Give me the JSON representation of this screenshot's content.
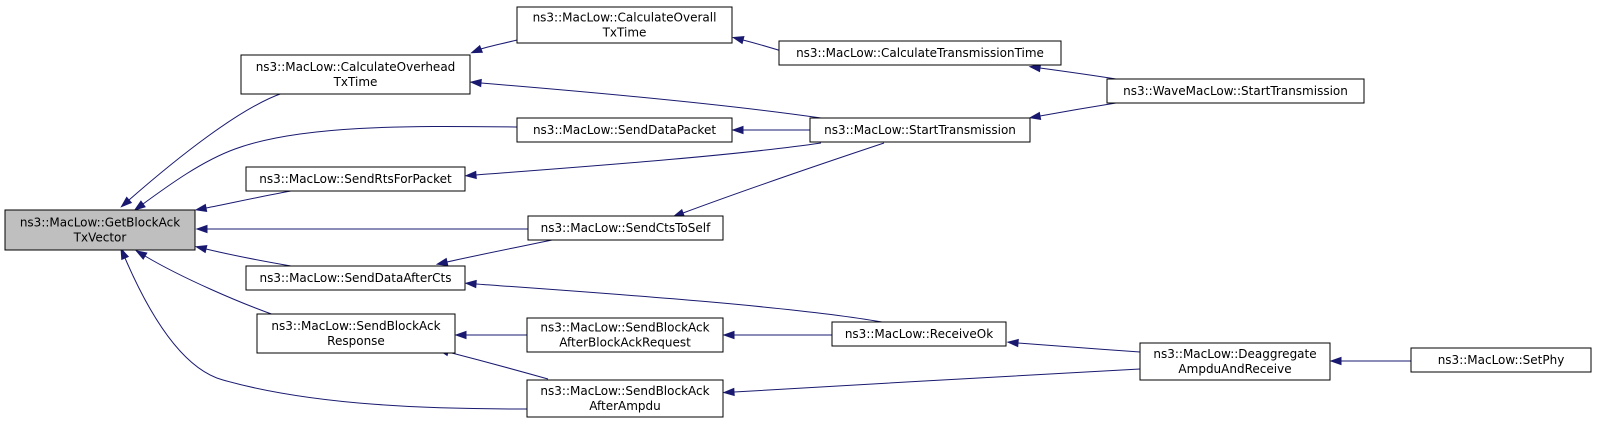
{
  "nodes": [
    {
      "id": "root",
      "lines": [
        "ns3::MacLow::GetBlockAck",
        "TxVector"
      ]
    },
    {
      "id": "calc_overhead",
      "lines": [
        "ns3::MacLow::CalculateOverhead",
        "TxTime"
      ]
    },
    {
      "id": "calc_overall",
      "lines": [
        "ns3::MacLow::CalculateOverall",
        "TxTime"
      ]
    },
    {
      "id": "calc_transmission",
      "lines": [
        "ns3::MacLow::CalculateTransmissionTime"
      ]
    },
    {
      "id": "wave_start",
      "lines": [
        "ns3::WaveMacLow::StartTransmission"
      ]
    },
    {
      "id": "send_data_packet",
      "lines": [
        "ns3::MacLow::SendDataPacket"
      ]
    },
    {
      "id": "start_transmission",
      "lines": [
        "ns3::MacLow::StartTransmission"
      ]
    },
    {
      "id": "send_rts",
      "lines": [
        "ns3::MacLow::SendRtsForPacket"
      ]
    },
    {
      "id": "send_cts_self",
      "lines": [
        "ns3::MacLow::SendCtsToSelf"
      ]
    },
    {
      "id": "send_data_after_cts",
      "lines": [
        "ns3::MacLow::SendDataAfterCts"
      ]
    },
    {
      "id": "send_ba_response",
      "lines": [
        "ns3::MacLow::SendBlockAck",
        "Response"
      ]
    },
    {
      "id": "send_ba_after_bar",
      "lines": [
        "ns3::MacLow::SendBlockAck",
        "AfterBlockAckRequest"
      ]
    },
    {
      "id": "receive_ok",
      "lines": [
        "ns3::MacLow::ReceiveOk"
      ]
    },
    {
      "id": "send_ba_after_ampdu",
      "lines": [
        "ns3::MacLow::SendBlockAck",
        "AfterAmpdu"
      ]
    },
    {
      "id": "deaggregate",
      "lines": [
        "ns3::MacLow::Deaggregate",
        "AmpduAndReceive"
      ]
    },
    {
      "id": "set_phy",
      "lines": [
        "ns3::MacLow::SetPhy"
      ]
    }
  ],
  "edges": [
    {
      "from": "calc_overhead",
      "to": "root"
    },
    {
      "from": "send_data_packet",
      "to": "root"
    },
    {
      "from": "send_rts",
      "to": "root"
    },
    {
      "from": "send_cts_self",
      "to": "root"
    },
    {
      "from": "send_data_after_cts",
      "to": "root"
    },
    {
      "from": "send_ba_response",
      "to": "root"
    },
    {
      "from": "send_ba_after_ampdu",
      "to": "root"
    },
    {
      "from": "calc_overall",
      "to": "calc_overhead"
    },
    {
      "from": "start_transmission",
      "to": "calc_overhead"
    },
    {
      "from": "calc_transmission",
      "to": "calc_overall"
    },
    {
      "from": "wave_start",
      "to": "calc_transmission"
    },
    {
      "from": "start_transmission",
      "to": "send_data_packet"
    },
    {
      "from": "start_transmission",
      "to": "send_rts"
    },
    {
      "from": "start_transmission",
      "to": "send_cts_self"
    },
    {
      "from": "wave_start",
      "to": "start_transmission"
    },
    {
      "from": "send_cts_self",
      "to": "send_data_after_cts"
    },
    {
      "from": "receive_ok",
      "to": "send_data_after_cts"
    },
    {
      "from": "send_ba_after_bar",
      "to": "send_ba_response"
    },
    {
      "from": "send_ba_after_ampdu",
      "to": "send_ba_response"
    },
    {
      "from": "receive_ok",
      "to": "send_ba_after_bar"
    },
    {
      "from": "deaggregate",
      "to": "receive_ok"
    },
    {
      "from": "deaggregate",
      "to": "send_ba_after_ampdu"
    },
    {
      "from": "set_phy",
      "to": "deaggregate"
    }
  ],
  "colors": {
    "edge": "#191970",
    "root_fill": "#bfbfbf",
    "node_fill": "#ffffff",
    "node_border": "#000000"
  }
}
